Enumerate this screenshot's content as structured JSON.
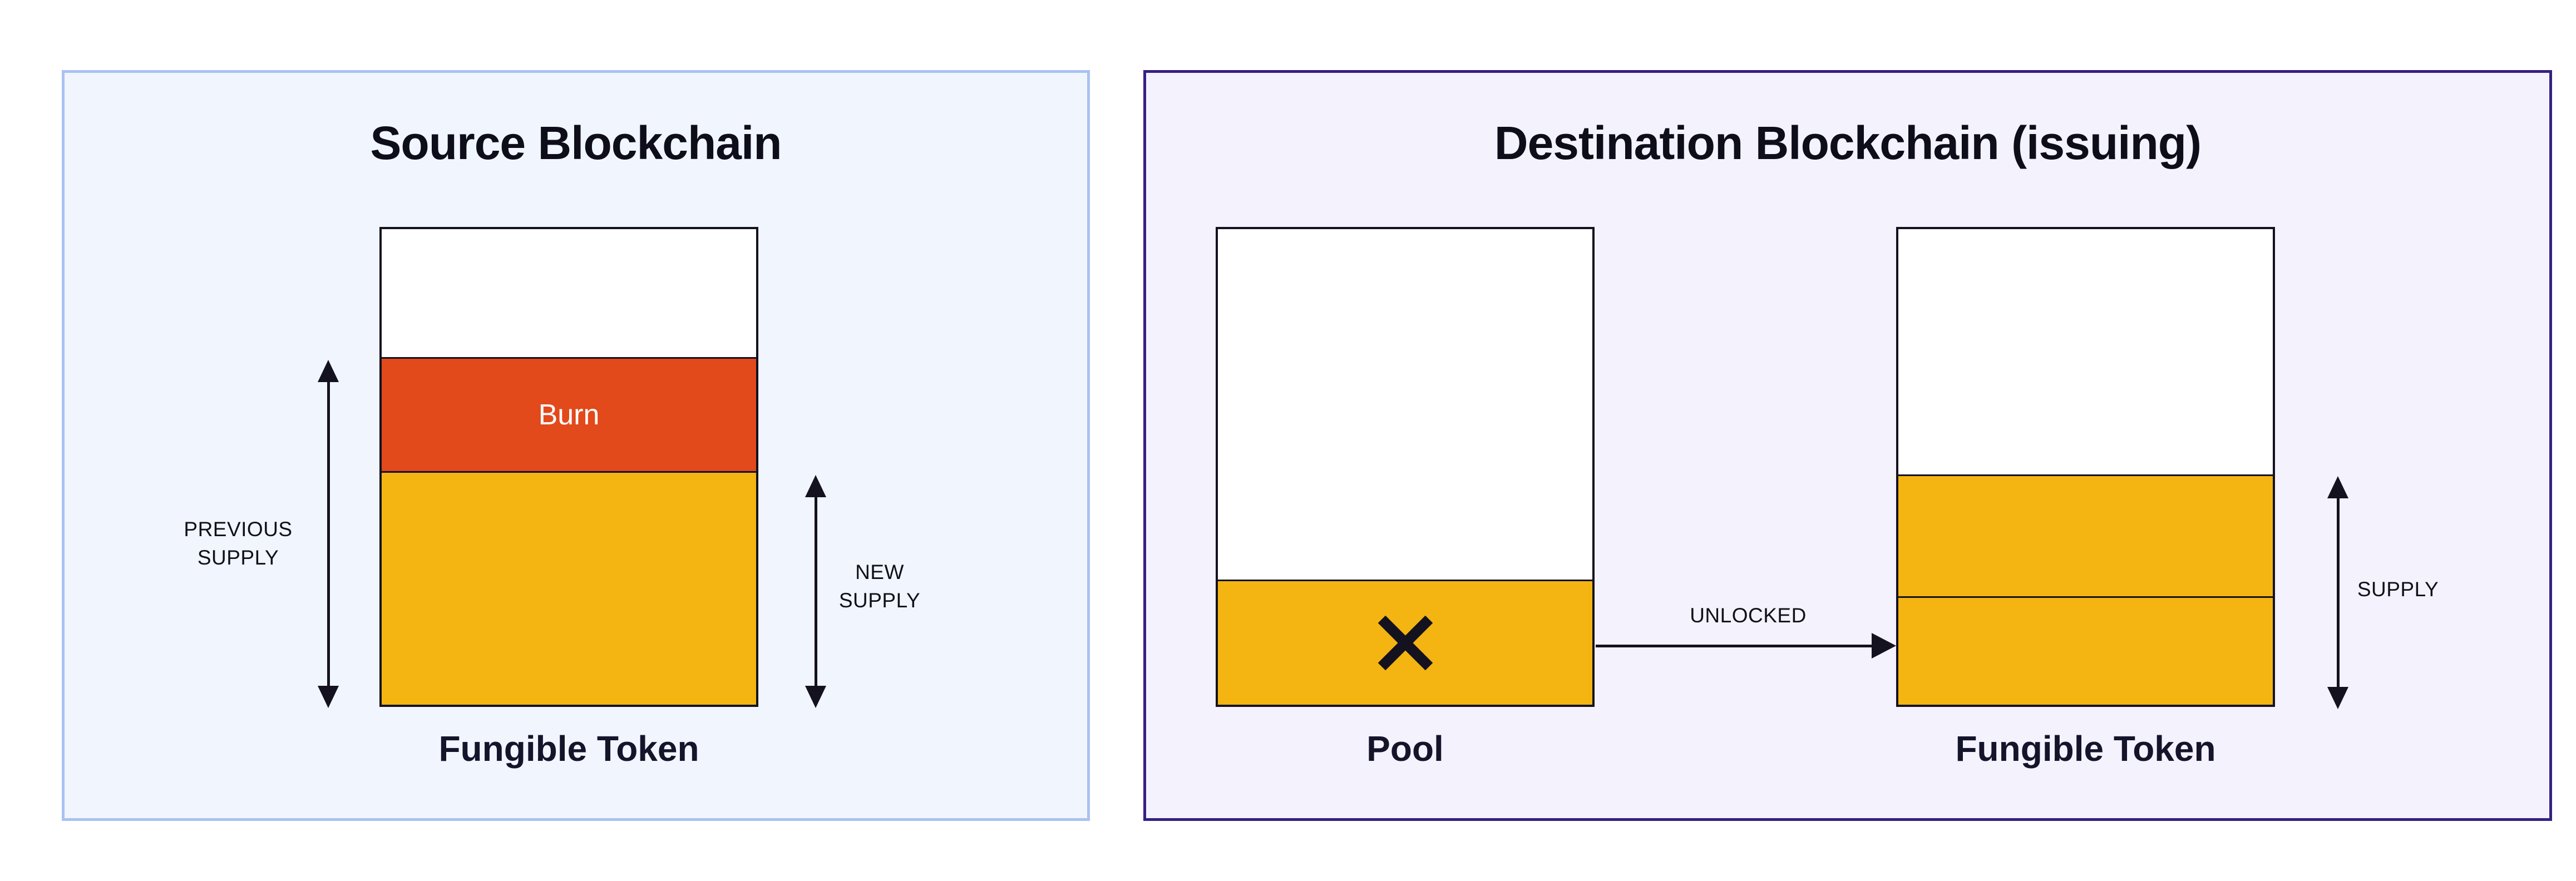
{
  "colors": {
    "amber": "#F4B411",
    "burn_orange": "#E2491B",
    "source_bg": "#F1F5FE",
    "source_border": "#A9C2F1",
    "dest_bg": "#F4F2FC",
    "dest_border": "#352180",
    "line_dark": "#14121F",
    "text_dark": "#14142B"
  },
  "icons": {
    "pool_cross": "x-mark-icon",
    "previous_supply": "double-headed-vertical-arrow",
    "new_supply": "double-headed-vertical-arrow",
    "supply": "double-headed-vertical-arrow",
    "unlocked": "right-arrow"
  },
  "source_panel": {
    "title": "Source Blockchain",
    "burn_label": "Burn",
    "token_label": "Fungible Token",
    "previous_supply_lines": [
      "PREVIOUS",
      "SUPPLY"
    ],
    "new_supply_lines": [
      "NEW",
      "SUPPLY"
    ]
  },
  "destination_panel": {
    "title": "Destination Blockchain (issuing)",
    "pool_label": "Pool",
    "token_label": "Fungible Token",
    "unlocked_label": "UNLOCKED",
    "supply_label": "SUPPLY"
  }
}
